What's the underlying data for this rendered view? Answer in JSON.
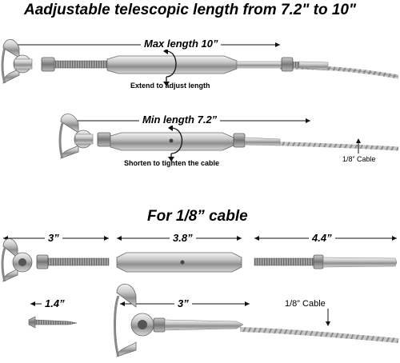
{
  "title": "Aadjustable telescopic length from 7.2\" to 10\"",
  "upper": {
    "max_length": "Max length 10”",
    "extend_note": "Extend to adjust length",
    "min_length": "Min length 7.2”",
    "shorten_note": "Shorten to tighten the cable",
    "cable_note": "1/8” Cable"
  },
  "lower": {
    "heading": "For 1/8” cable",
    "dim_eye_bolt": "3”",
    "dim_body": "3.8”",
    "dim_stud": "4.4”",
    "dim_screw": "1.4”",
    "dim_assembly": "3”",
    "cable_note": "1/8” Cable"
  }
}
